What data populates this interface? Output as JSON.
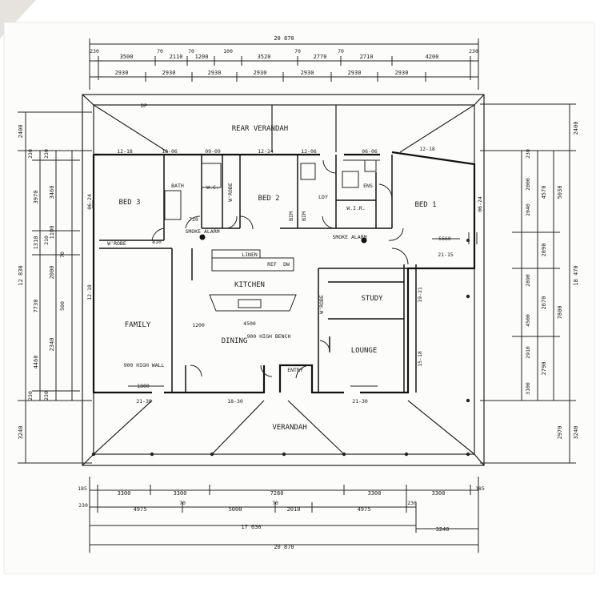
{
  "dimensions": {
    "top_overall": "20 870",
    "top_row1": [
      "3500",
      "2110",
      "1200",
      "3520",
      "2770",
      "2710",
      "4200"
    ],
    "top_row1_small": [
      "230",
      "70",
      "70",
      "100",
      "70",
      "70",
      "230"
    ],
    "top_row2": [
      "2930",
      "2930",
      "2930",
      "2930",
      "2930",
      "2930",
      "2930"
    ],
    "bottom_row1": [
      "3300",
      "3300",
      "7280",
      "3300",
      "3300"
    ],
    "bottom_row1_small": [
      "185",
      "185"
    ],
    "bottom_row2": [
      "4975",
      "5000",
      "2010",
      "4975"
    ],
    "bottom_row2_small": [
      "230",
      "70",
      "70",
      "230"
    ],
    "bottom_row3": "17 630",
    "bottom_row3_side": "3240",
    "bottom_overall": "20 870",
    "left_outer": [
      "2400",
      "12 830",
      "3240"
    ],
    "left_mid": [
      "3970",
      "1310",
      "7730",
      "4460"
    ],
    "left_small": [
      "230",
      "230",
      "210",
      "70",
      "230",
      "500",
      "230"
    ],
    "left_inner": [
      "3460",
      "1100",
      "2000",
      "2340"
    ],
    "right_outer": [
      "2400",
      "18 470",
      "3240"
    ],
    "right_mid": [
      "5030",
      "7800",
      "2970"
    ],
    "right_inner": [
      "4570",
      "2090",
      "2670",
      "2790"
    ],
    "right_small": [
      "230",
      "2000",
      "2040",
      "2890",
      "4500",
      "2910",
      "3100"
    ]
  },
  "rooms": {
    "rear_verandah": "REAR VERANDAH",
    "bed3": "BED 3",
    "bath": "BATH",
    "wc": "W.C.",
    "wrobe1": "W'ROBE",
    "bed2": "BED 2",
    "ldy": "LDY",
    "ens": "ENS",
    "wir": "W.I.R.",
    "bed1": "BED 1",
    "wrobe2": "W'ROBE",
    "linen": "LINEN",
    "kitchen": "KITCHEN",
    "family": "FAMILY",
    "dining": "DINING",
    "study": "STUDY",
    "wrobe3": "W'ROBE",
    "lounge": "LOUNGE",
    "entry": "ENTRY",
    "verandah": "VERANDAH"
  },
  "labels": {
    "smoke_alarm1": "SMOKE ALARM",
    "smoke_alarm2": "SMOKE ALARM",
    "bay_hi": "900 HIGH WALL",
    "bay_hi2": "900 HIGH BENCH",
    "bim": "BIM",
    "bim2": "BIM",
    "ref": "REF",
    "dw": "DW",
    "door_810": "810",
    "door_720": "720",
    "door_1200": "1200",
    "door_1800": "1800",
    "door_4500": "4500",
    "door_5660": "5660",
    "ceil_12_18a": "12-18",
    "ceil_18_06": "18-06",
    "ceil_09_09": "09-09",
    "ceil_12_24": "12-24",
    "ceil_12_06": "12-06",
    "ceil_06_06": "06-06",
    "ceil_12_18b": "12-18",
    "ceil_06_24a": "06-24",
    "ceil_06_24b": "06-24",
    "ceil_12_18c": "12-18",
    "ceil_21_15": "21-15",
    "ceil_19_21": "19-21",
    "ceil_15_18": "15-18",
    "ceil_21_30a": "21-30",
    "ceil_18_30": "18-30",
    "ceil_21_30b": "21-30",
    "dp": "DP"
  }
}
